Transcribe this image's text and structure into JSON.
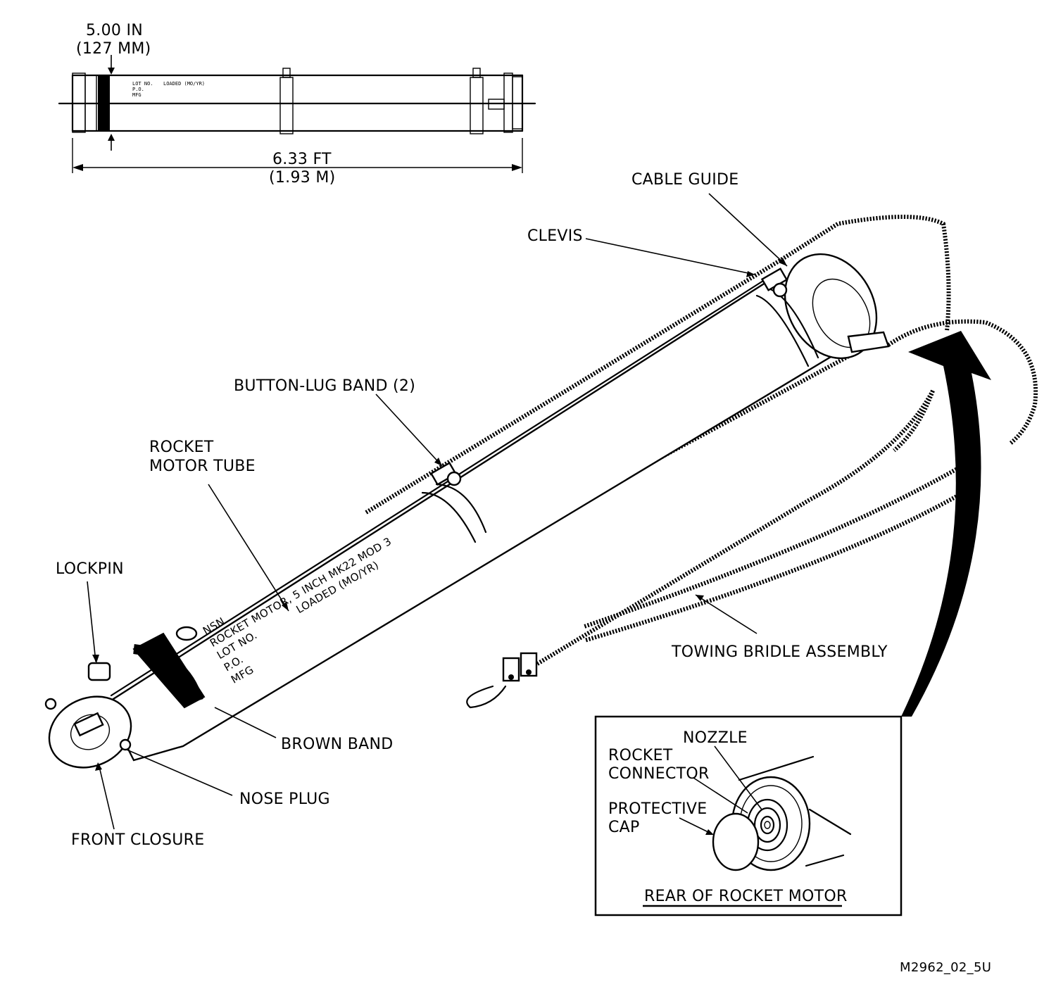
{
  "overview": {
    "diameter_in": "5.00 IN",
    "diameter_mm": "(127 MM)",
    "length_ft": "6.33 FT",
    "length_m": "(1.93 M)"
  },
  "labels": {
    "cable_guide": "CABLE GUIDE",
    "clevis": "CLEVIS",
    "button_lug_band": "BUTTON-LUG BAND (2)",
    "rocket_motor_tube_1": "ROCKET",
    "rocket_motor_tube_2": "MOTOR TUBE",
    "lockpin": "LOCKPIN",
    "towing_bridle_assembly": "TOWING BRIDLE ASSEMBLY",
    "brown_band": "BROWN BAND",
    "nose_plug": "NOSE PLUG",
    "front_closure": "FRONT CLOSURE"
  },
  "tube_markings": {
    "nsn": "NSN",
    "rocket_motor": "ROCKET MOTOR, 5 INCH MK22 MOD 3",
    "lot_no": "LOT NO.",
    "loaded": "LOADED (MO/YR)",
    "po": "P.O.",
    "mfg": "MFG"
  },
  "inset": {
    "nozzle": "NOZZLE",
    "rocket_connector_1": "ROCKET",
    "rocket_connector_2": "CONNECTOR",
    "protective_cap_1": "PROTECTIVE",
    "protective_cap_2": "CAP",
    "caption": "REAR OF ROCKET MOTOR"
  },
  "figure_id": "M2962_02_5U"
}
